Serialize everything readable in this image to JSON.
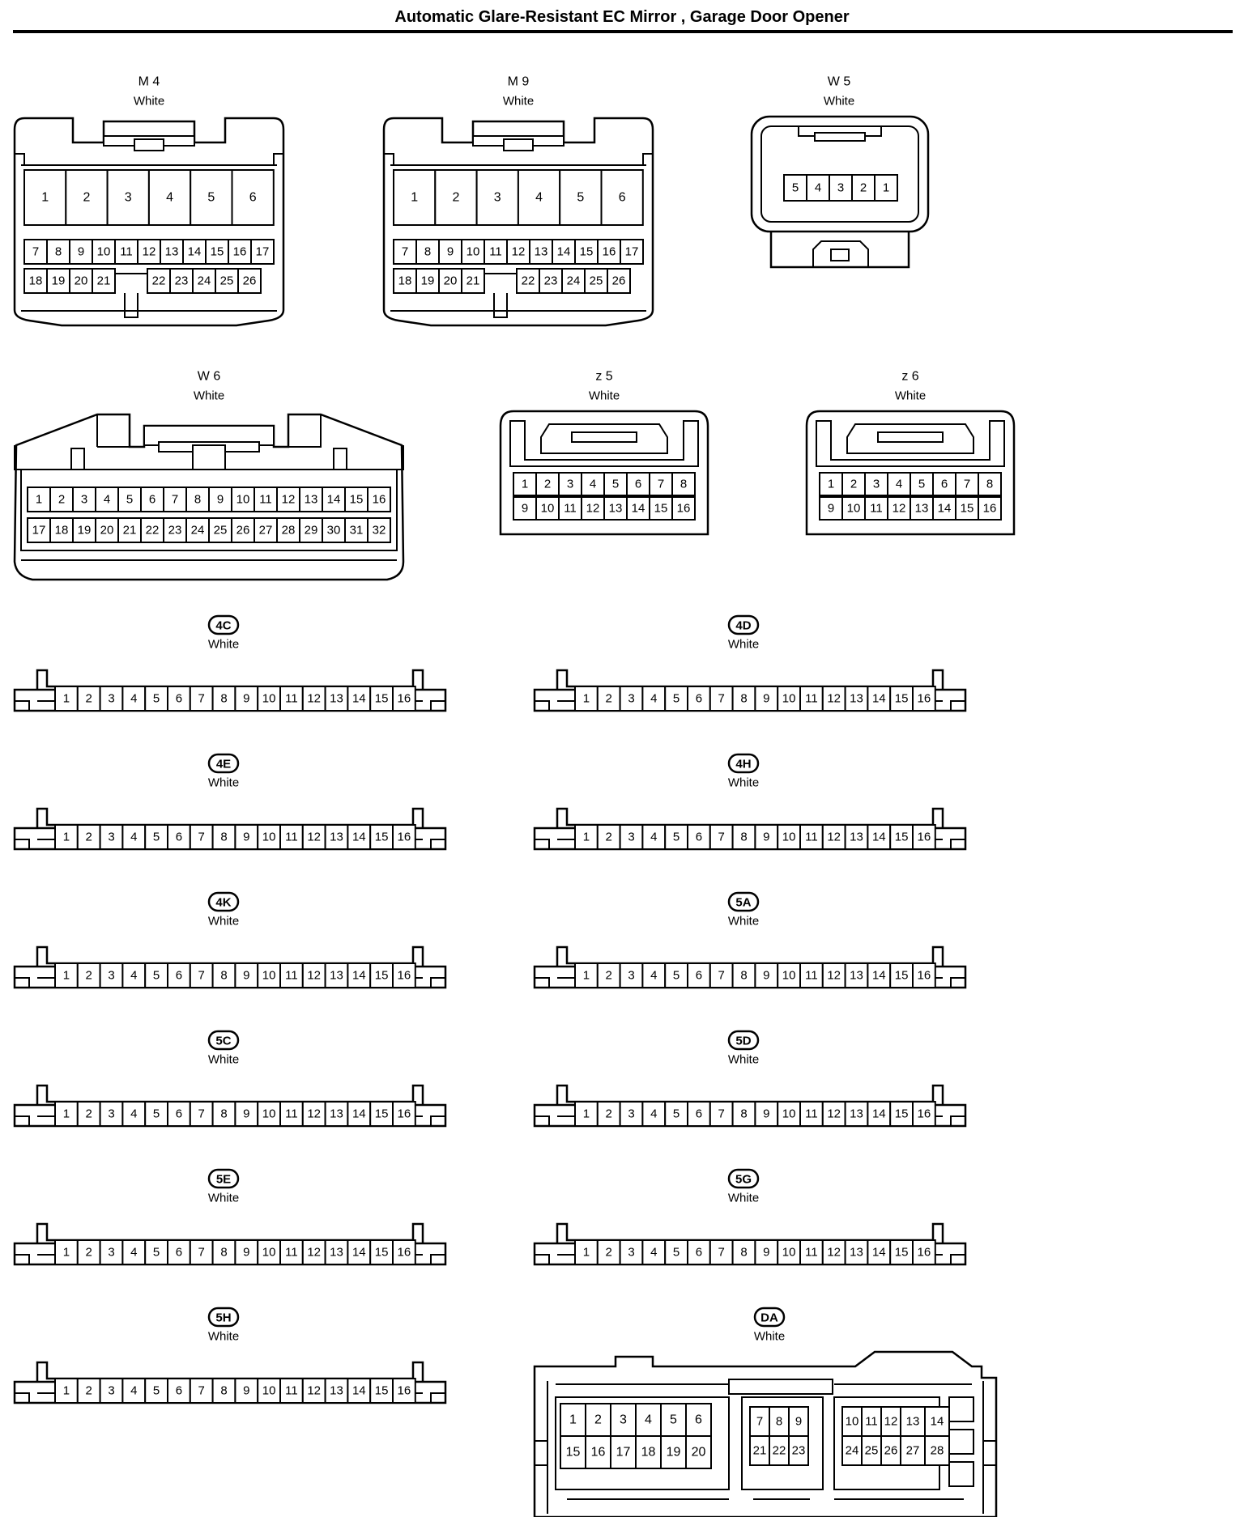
{
  "title": "Automatic Glare-Resistant EC Mirror , Garage Door Opener",
  "colors": {
    "ink": "#000000",
    "paper": "#ffffff"
  },
  "connectors": [
    {
      "id": "M4",
      "label": "M 4",
      "color": "White",
      "style": "plain",
      "pins_top": [
        "1",
        "2",
        "3",
        "4",
        "5",
        "6"
      ],
      "pins_mid": [
        "7",
        "8",
        "9",
        "10",
        "11",
        "12",
        "13",
        "14",
        "15",
        "16",
        "17"
      ],
      "pins_bot": [
        "18",
        "19",
        "20",
        "21",
        "",
        "22",
        "23",
        "24",
        "25",
        "26"
      ]
    },
    {
      "id": "M9",
      "label": "M 9",
      "color": "White",
      "style": "plain",
      "pins_top": [
        "1",
        "2",
        "3",
        "4",
        "5",
        "6"
      ],
      "pins_mid": [
        "7",
        "8",
        "9",
        "10",
        "11",
        "12",
        "13",
        "14",
        "15",
        "16",
        "17"
      ],
      "pins_bot": [
        "18",
        "19",
        "20",
        "21",
        "",
        "22",
        "23",
        "24",
        "25",
        "26"
      ]
    },
    {
      "id": "W5",
      "label": "W 5",
      "color": "White",
      "style": "plain",
      "pins": [
        "5",
        "4",
        "3",
        "2",
        "1"
      ]
    },
    {
      "id": "W6",
      "label": "W 6",
      "color": "White",
      "style": "plain",
      "pins_top": [
        "1",
        "2",
        "3",
        "4",
        "5",
        "6",
        "7",
        "8",
        "9",
        "10",
        "11",
        "12",
        "13",
        "14",
        "15",
        "16"
      ],
      "pins_bot": [
        "17",
        "18",
        "19",
        "20",
        "21",
        "22",
        "23",
        "24",
        "25",
        "26",
        "27",
        "28",
        "29",
        "30",
        "31",
        "32"
      ]
    },
    {
      "id": "z5",
      "label": "z 5",
      "color": "White",
      "style": "plain",
      "pins_top": [
        "1",
        "2",
        "3",
        "4",
        "5",
        "6",
        "7",
        "8"
      ],
      "pins_bot": [
        "9",
        "10",
        "11",
        "12",
        "13",
        "14",
        "15",
        "16"
      ]
    },
    {
      "id": "z6",
      "label": "z 6",
      "color": "White",
      "style": "plain",
      "pins_top": [
        "1",
        "2",
        "3",
        "4",
        "5",
        "6",
        "7",
        "8"
      ],
      "pins_bot": [
        "9",
        "10",
        "11",
        "12",
        "13",
        "14",
        "15",
        "16"
      ]
    },
    {
      "id": "4C",
      "label": "4C",
      "color": "White",
      "style": "oval"
    },
    {
      "id": "4D",
      "label": "4D",
      "color": "White",
      "style": "oval"
    },
    {
      "id": "4E",
      "label": "4E",
      "color": "White",
      "style": "oval"
    },
    {
      "id": "4H",
      "label": "4H",
      "color": "White",
      "style": "oval"
    },
    {
      "id": "4K",
      "label": "4K",
      "color": "White",
      "style": "oval"
    },
    {
      "id": "5A",
      "label": "5A",
      "color": "White",
      "style": "oval"
    },
    {
      "id": "5C",
      "label": "5C",
      "color": "White",
      "style": "oval"
    },
    {
      "id": "5D",
      "label": "5D",
      "color": "White",
      "style": "oval"
    },
    {
      "id": "5E",
      "label": "5E",
      "color": "White",
      "style": "oval"
    },
    {
      "id": "5G",
      "label": "5G",
      "color": "White",
      "style": "oval"
    },
    {
      "id": "5H",
      "label": "5H",
      "color": "White",
      "style": "oval"
    },
    {
      "id": "DA",
      "label": "DA",
      "color": "White",
      "style": "oval",
      "groups": [
        {
          "top": [
            "1",
            "2",
            "3",
            "4",
            "5",
            "6"
          ],
          "bot": [
            "15",
            "16",
            "17",
            "18",
            "19",
            "20"
          ]
        },
        {
          "top": [
            "7",
            "8",
            "9"
          ],
          "bot": [
            "21",
            "22",
            "23"
          ]
        },
        {
          "top": [
            "10",
            "11",
            "12",
            "13",
            "14"
          ],
          "bot": [
            "24",
            "25",
            "26",
            "27",
            "28"
          ]
        }
      ]
    }
  ],
  "strip_pins": [
    "1",
    "2",
    "3",
    "4",
    "5",
    "6",
    "7",
    "8",
    "9",
    "10",
    "11",
    "12",
    "13",
    "14",
    "15",
    "16"
  ]
}
